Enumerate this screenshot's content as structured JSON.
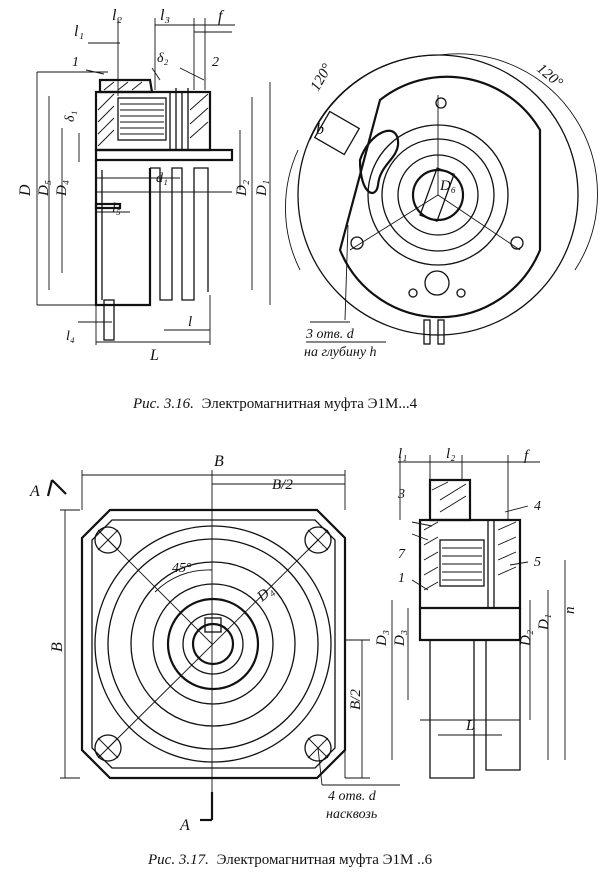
{
  "figure1": {
    "caption_prefix": "Рис. 3.16.",
    "caption_text": "Электромагнитная муфта Э1М...4",
    "labels": {
      "l2": "l₂",
      "l1": "l₁",
      "l3": "l₃",
      "f": "f",
      "n1": "1",
      "n2": "2",
      "delta2": "δ₂",
      "delta1": "δ₁",
      "d1": "d₁",
      "D": "D",
      "D5": "D₅",
      "D4": "D₄",
      "D2": "D₂",
      "D1": "D₁",
      "l5": "l₅",
      "l": "l",
      "l4": "l₄",
      "L": "L",
      "ang1": "120°",
      "ang2": "120°",
      "b": "b",
      "D6": "D₆",
      "holes_line1": "3 отв. d",
      "holes_line2": "на глубину h"
    }
  },
  "figure2": {
    "caption_prefix": "Рис. 3.17.",
    "caption_text": "Электромагнитная муфта Э1М ..6",
    "labels": {
      "A_top": "A",
      "A_bottom": "A",
      "B_top": "B",
      "B_half_top": "B/2",
      "B_left": "B",
      "B_half_right": "B/2",
      "ang45": "45°",
      "D4": "D₄",
      "holes_line1": "4 отв. d",
      "holes_line2": "насквозь",
      "l1": "l₁",
      "l2": "l₂",
      "f": "f",
      "n3": "3",
      "n4": "4",
      "n7": "7",
      "n5": "5",
      "n1": "1",
      "D3a": "D₃",
      "D3b": "D₃",
      "D2": "D₂",
      "D1": "D₁",
      "n": "n",
      "L": "L"
    }
  }
}
